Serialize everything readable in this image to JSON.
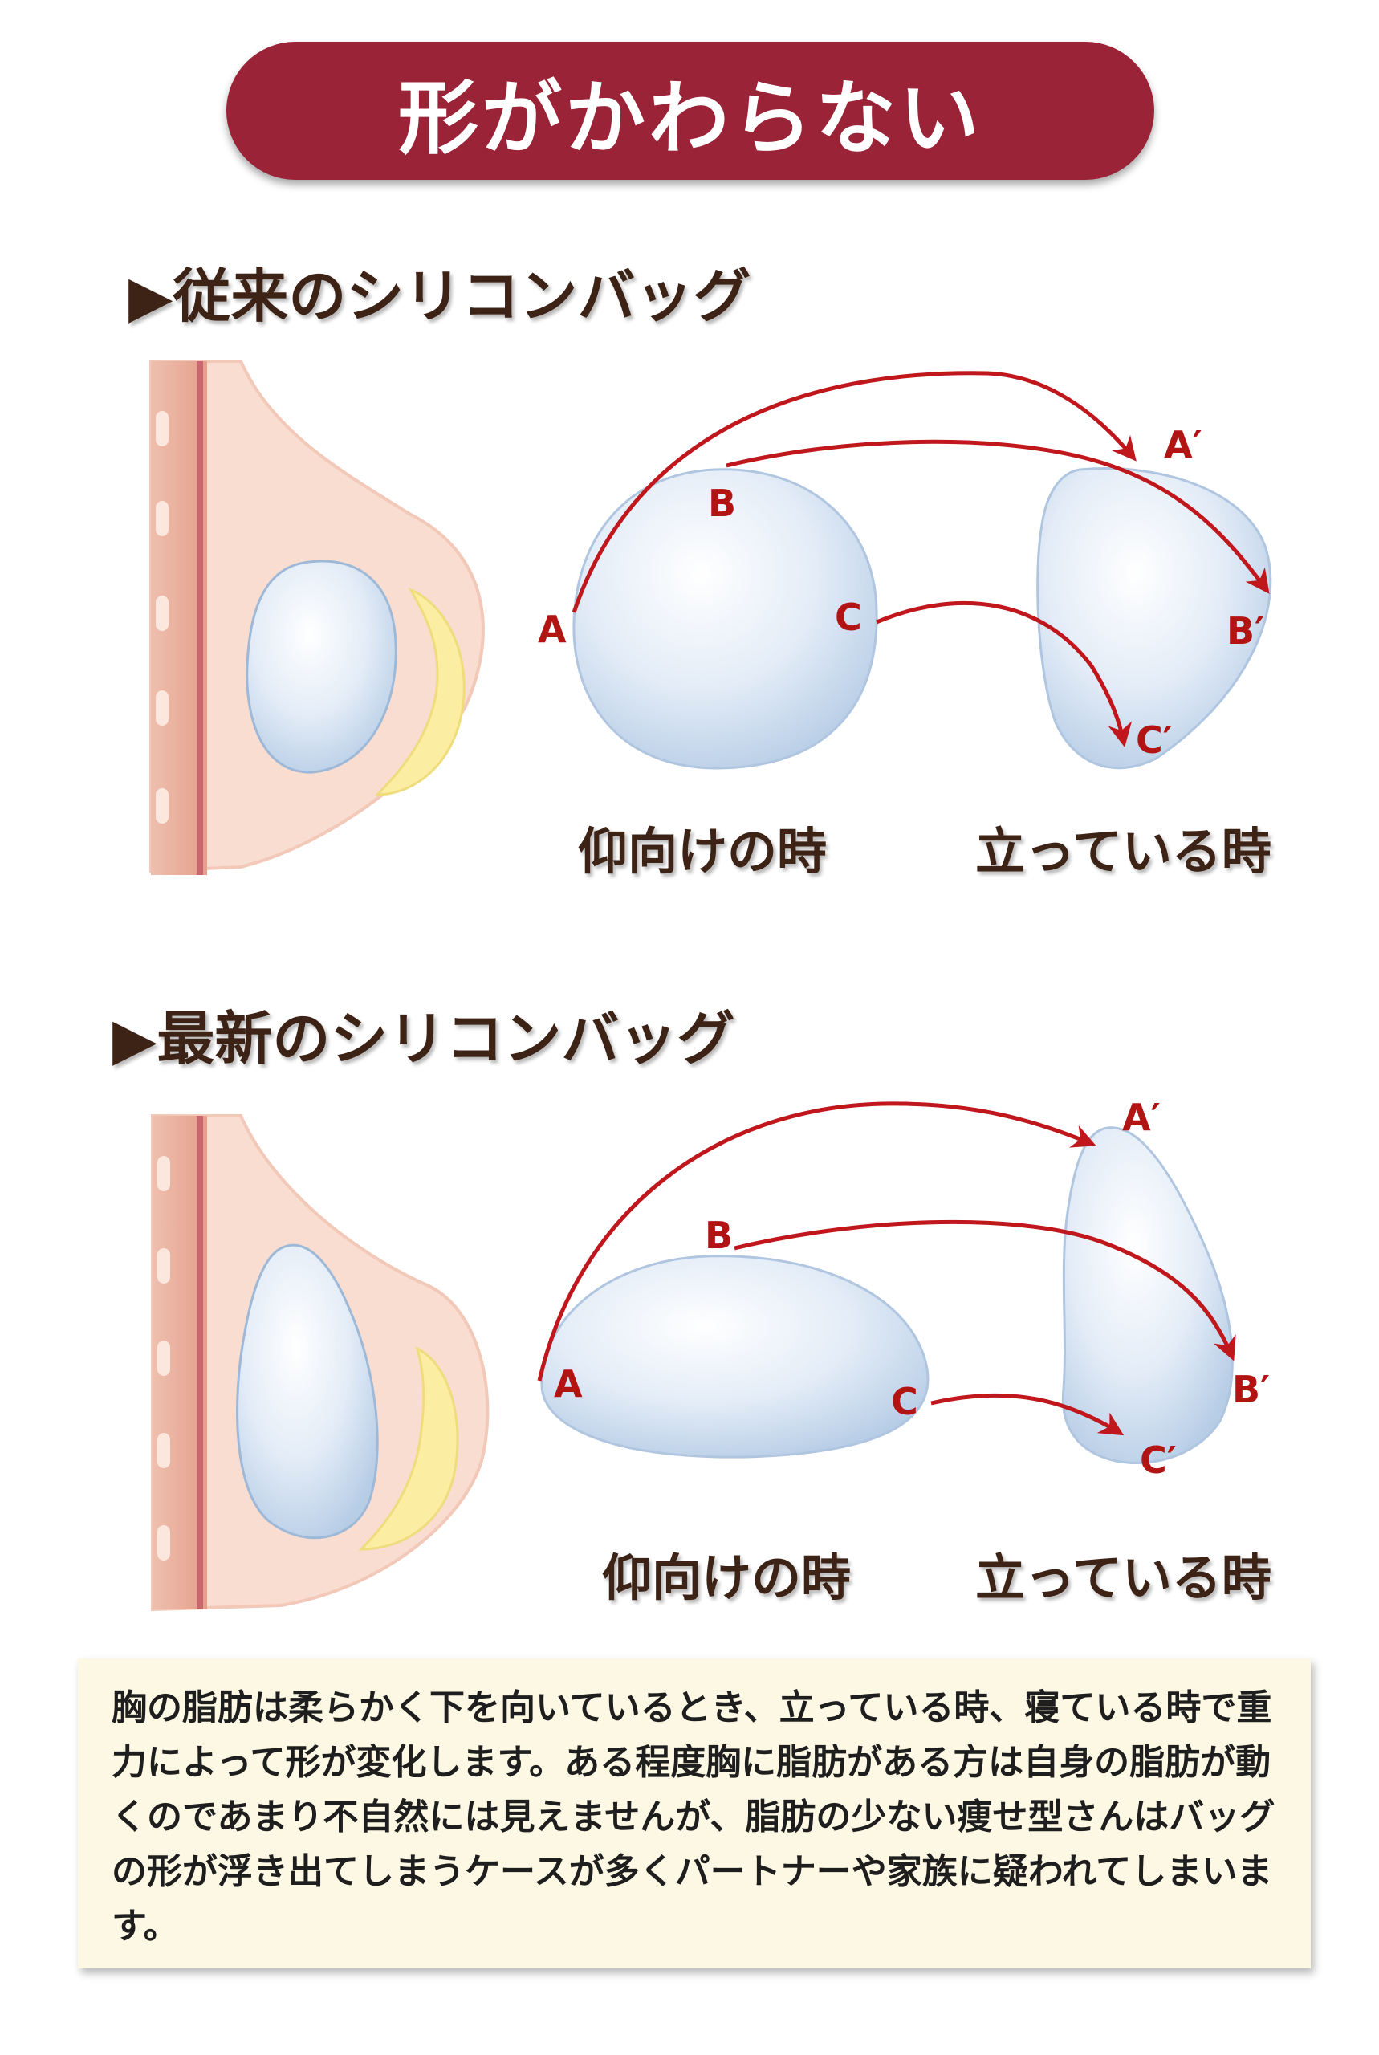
{
  "title": "形がかわらない",
  "sections": [
    {
      "heading": "▶従来のシリコンバッグ",
      "label_supine": "仰向けの時",
      "label_standing": "立っている時",
      "points": {
        "a": "A",
        "b": "B",
        "c": "C",
        "a2": "A′",
        "b2": "B′",
        "c2": "C′"
      }
    },
    {
      "heading": "▶最新のシリコンバッグ",
      "label_supine": "仰向けの時",
      "label_standing": "立っている時",
      "points": {
        "a": "A",
        "b": "B",
        "c": "C",
        "a2": "A′",
        "b2": "B′",
        "c2": "C′"
      }
    }
  ],
  "description": "胸の脂肪は柔らかく下を向いているとき、立っている時、寝ている時で重力によって形が変化します。ある程度胸に脂肪がある方は自身の脂肪が動くのであまり不自然には見えませんが、脂肪の少ない痩せ型さんはバッグの形が浮き出てしまうケースが多くパートナーや家族に疑われてしまいます。",
  "colors": {
    "title_bg": "#9a2338",
    "arrow": "#c0171d",
    "heading_text": "#3d2216",
    "skin": "#f8ddd0",
    "implant": "#dbe8f5",
    "fat": "#fbeea2",
    "desc_bg": "#fdf8e4"
  }
}
